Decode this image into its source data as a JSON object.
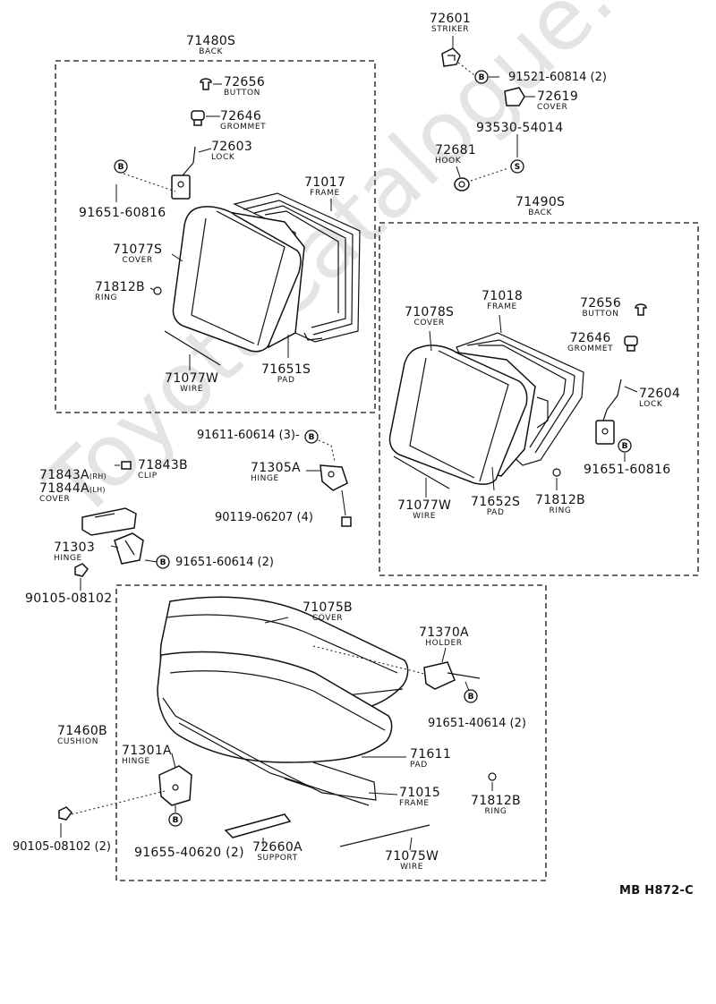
{
  "diagram_code": "MB H872-C",
  "watermark": "ToyotaCatalogue.ru",
  "groups": {
    "left_back": {
      "part": "71480S",
      "name": "BACK"
    },
    "right_back": {
      "part": "71490S",
      "name": "BACK"
    },
    "cushion": {
      "part": "71460B",
      "name": "CUSHION"
    }
  },
  "symbols": {
    "bolt": "B",
    "screw": "S"
  },
  "labels": {
    "l_72656": {
      "part": "72656",
      "name": "BUTTON"
    },
    "l_72646": {
      "part": "72646",
      "name": "GROMMET"
    },
    "l_72603": {
      "part": "72603",
      "name": "LOCK"
    },
    "l_91651a": {
      "part": "91651-60816",
      "name": ""
    },
    "l_71017": {
      "part": "71017",
      "name": "FRAME"
    },
    "l_71077s": {
      "part": "71077S",
      "name": "COVER"
    },
    "l_71812b_a": {
      "part": "71812B",
      "name": "RING"
    },
    "l_71077w_a": {
      "part": "71077W",
      "name": "WIRE"
    },
    "l_71651s": {
      "part": "71651S",
      "name": "PAD"
    },
    "l_72601": {
      "part": "72601",
      "name": "STRIKER"
    },
    "l_72619": {
      "part": "72619",
      "name": "COVER"
    },
    "l_93530": {
      "part": "93530-54014",
      "name": ""
    },
    "l_72681": {
      "part": "72681",
      "name": "HOOK"
    },
    "l_71078s": {
      "part": "71078S",
      "name": "COVER"
    },
    "l_71018": {
      "part": "71018",
      "name": "FRAME"
    },
    "l_72656b": {
      "part": "72656",
      "name": "BUTTON"
    },
    "l_72646b": {
      "part": "72646",
      "name": "GROMMET"
    },
    "l_72604": {
      "part": "72604",
      "name": "LOCK"
    },
    "l_91651b": {
      "part": "91651-60816",
      "name": ""
    },
    "l_71077w_b": {
      "part": "71077W",
      "name": "WIRE"
    },
    "l_71652s": {
      "part": "71652S",
      "name": "PAD"
    },
    "l_71812b_b": {
      "part": "71812B",
      "name": "RING"
    },
    "l_71843b": {
      "part": "71843B",
      "name": "CLIP"
    },
    "l_71843a": {
      "part": "71843A",
      "name": ""
    },
    "l_71844a": {
      "part": "71844A",
      "name": "COVER"
    },
    "l_71305a": {
      "part": "71305A",
      "name": "HINGE"
    },
    "l_71303": {
      "part": "71303",
      "name": "HINGE"
    },
    "l_90105a": {
      "part": "90105-08102",
      "name": ""
    },
    "l_71075b": {
      "part": "71075B",
      "name": "COVER"
    },
    "l_71370a": {
      "part": "71370A",
      "name": "HOLDER"
    },
    "l_71301a": {
      "part": "71301A",
      "name": "HINGE"
    },
    "l_71611": {
      "part": "71611",
      "name": "PAD"
    },
    "l_71015": {
      "part": "71015",
      "name": "FRAME"
    },
    "l_71812b_c": {
      "part": "71812B",
      "name": "RING"
    },
    "l_71075w": {
      "part": "71075W",
      "name": "WIRE"
    },
    "l_72660a": {
      "part": "72660A",
      "name": "SUPPORT"
    },
    "l_91655": {
      "part": "91655-40620 (2)",
      "name": ""
    }
  },
  "suffix_rh": "(RH)",
  "suffix_lh": "(LH)",
  "inline": {
    "i_91521": "91521-60814 (2)",
    "i_91611": "91611-60614 (3)-",
    "i_90119": "90119-06207 (4)",
    "i_91651c": "91651-60614 (2)",
    "i_91651d": "91651-40614 (2)",
    "i_90105b": "90105-08102 (2)"
  }
}
